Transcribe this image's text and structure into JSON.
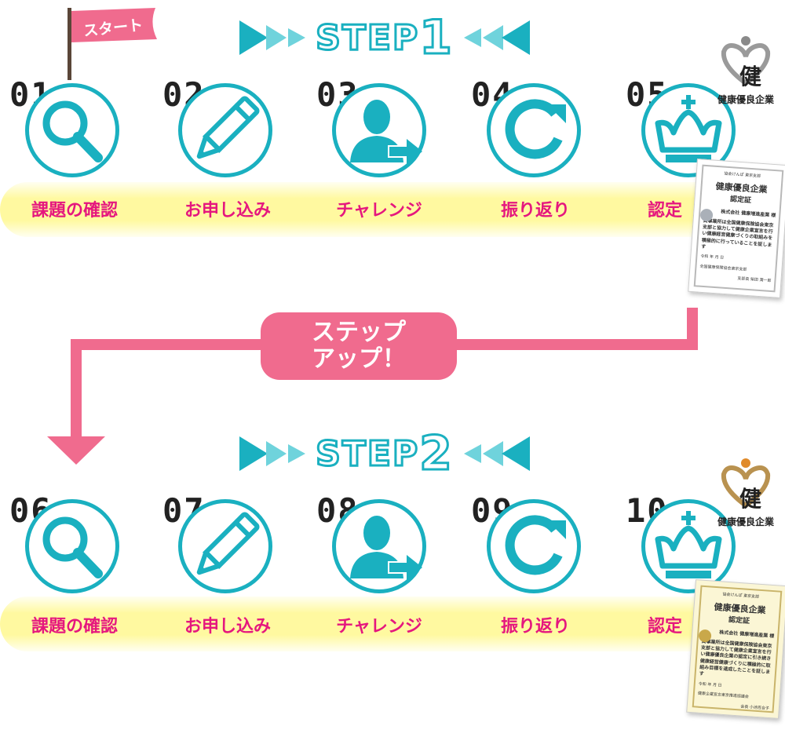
{
  "start_flag": {
    "label": "スタート"
  },
  "step_up": {
    "line1": "ステップ",
    "line2": "アップ！"
  },
  "stages": [
    {
      "word": "STEP",
      "number": "1",
      "items": [
        {
          "num": "01",
          "label": "課題の確認",
          "icon": "search-icon"
        },
        {
          "num": "02",
          "label": "お申し込み",
          "icon": "pencil-icon"
        },
        {
          "num": "03",
          "label": "チャレンジ",
          "icon": "person-arrow-icon"
        },
        {
          "num": "04",
          "label": "振り返り",
          "icon": "refresh-icon"
        },
        {
          "num": "05",
          "label": "認定",
          "icon": "crown-icon"
        }
      ],
      "badge": {
        "ken": "健",
        "text": "健康優良企業"
      },
      "certificate": {
        "header": "協会けんぽ 東京支部",
        "title": "健康優良企業",
        "subtitle": "認定証",
        "company": "株式会社 健康増進産業 様",
        "body": "貴事業所は全国健康保険協会東京支部と協力して健康企業宣言を行い健康経営健康づくりの取組みを積極的に行っていることを証します",
        "date": "令和 年 月 日",
        "issuer": "全国健康保険協会東京支部",
        "signer": "支部長 柴田 潤一郎"
      }
    },
    {
      "word": "STEP",
      "number": "2",
      "items": [
        {
          "num": "06",
          "label": "課題の確認",
          "icon": "search-icon"
        },
        {
          "num": "07",
          "label": "お申し込み",
          "icon": "pencil-icon"
        },
        {
          "num": "08",
          "label": "チャレンジ",
          "icon": "person-arrow-icon"
        },
        {
          "num": "09",
          "label": "振り返り",
          "icon": "refresh-icon"
        },
        {
          "num": "10",
          "label": "認定",
          "icon": "crown-icon"
        }
      ],
      "badge": {
        "ken": "健",
        "text": "健康優良企業"
      },
      "certificate": {
        "header": "協会けんぽ 東京支部",
        "title": "健康優良企業",
        "subtitle": "認定証",
        "company": "株式会社 健康増進産業 様",
        "body": "貴事業所は全国健康保険協会東京支部と協力して健康企業宣言を行い健康優良企業の認定に引き続き健康経営健康づくりに積極的に取組み目標を達成したことを証します",
        "date": "令和 年 月 日",
        "issuer": "健康企業宣言東京推進協議会",
        "signer": "会長 小池百合子"
      }
    }
  ],
  "colors": {
    "teal": "#1ab0c0",
    "teal_light": "#6fd3dc",
    "pink": "#e5177e",
    "step_up_pink": "#f06b8e",
    "highlight": "#fff9a0"
  }
}
